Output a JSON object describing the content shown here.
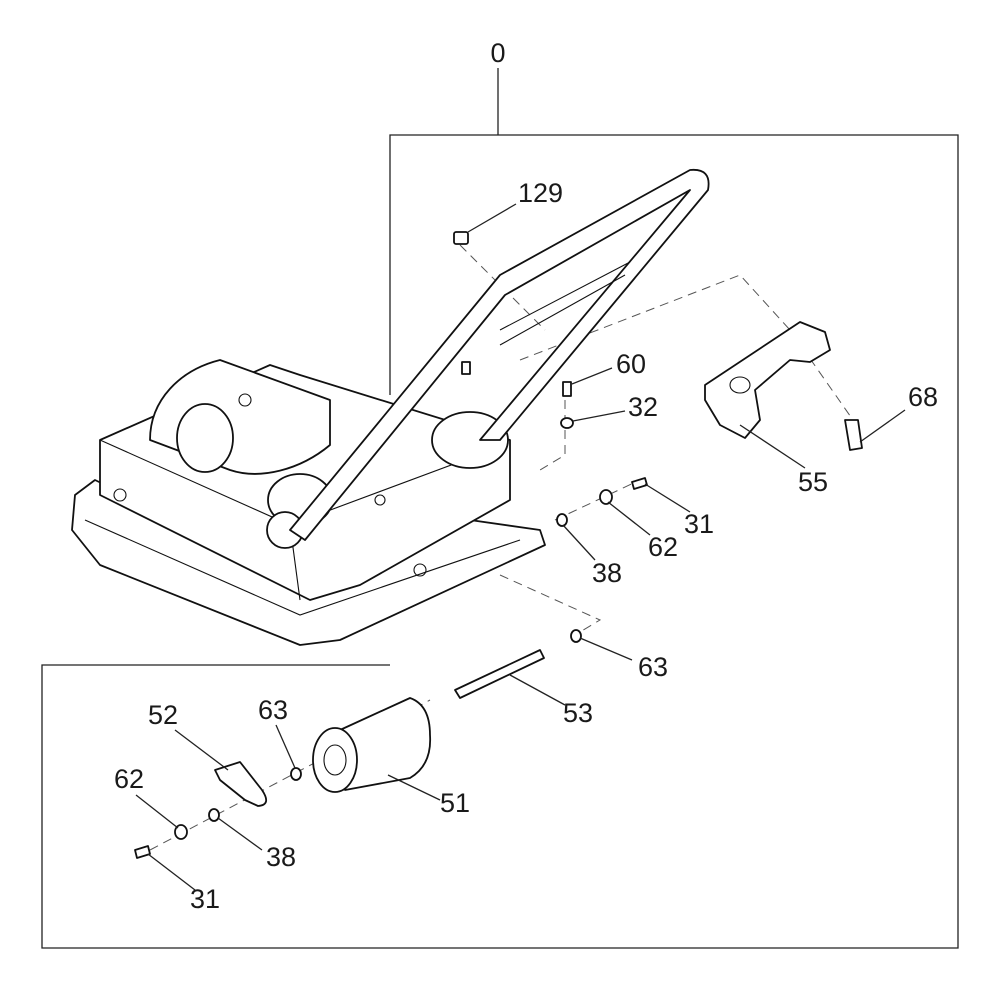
{
  "diagram": {
    "type": "exploded-parts-view",
    "callouts": [
      {
        "id": "assembly",
        "text": "0"
      },
      {
        "id": "nut",
        "text": "129"
      },
      {
        "id": "bolt-top",
        "text": "60"
      },
      {
        "id": "washer-top",
        "text": "32"
      },
      {
        "id": "pin-right",
        "text": "68"
      },
      {
        "id": "hook-bracket",
        "text": "55"
      },
      {
        "id": "screw-right",
        "text": "31"
      },
      {
        "id": "washer-right-a",
        "text": "62"
      },
      {
        "id": "washer-right-b",
        "text": "38"
      },
      {
        "id": "ring-right",
        "text": "63"
      },
      {
        "id": "axle",
        "text": "53"
      },
      {
        "id": "bracket-left",
        "text": "52"
      },
      {
        "id": "ring-left",
        "text": "63"
      },
      {
        "id": "wheel",
        "text": "51"
      },
      {
        "id": "washer-left-a",
        "text": "62"
      },
      {
        "id": "washer-left-b",
        "text": "38"
      },
      {
        "id": "screw-left",
        "text": "31"
      }
    ]
  }
}
